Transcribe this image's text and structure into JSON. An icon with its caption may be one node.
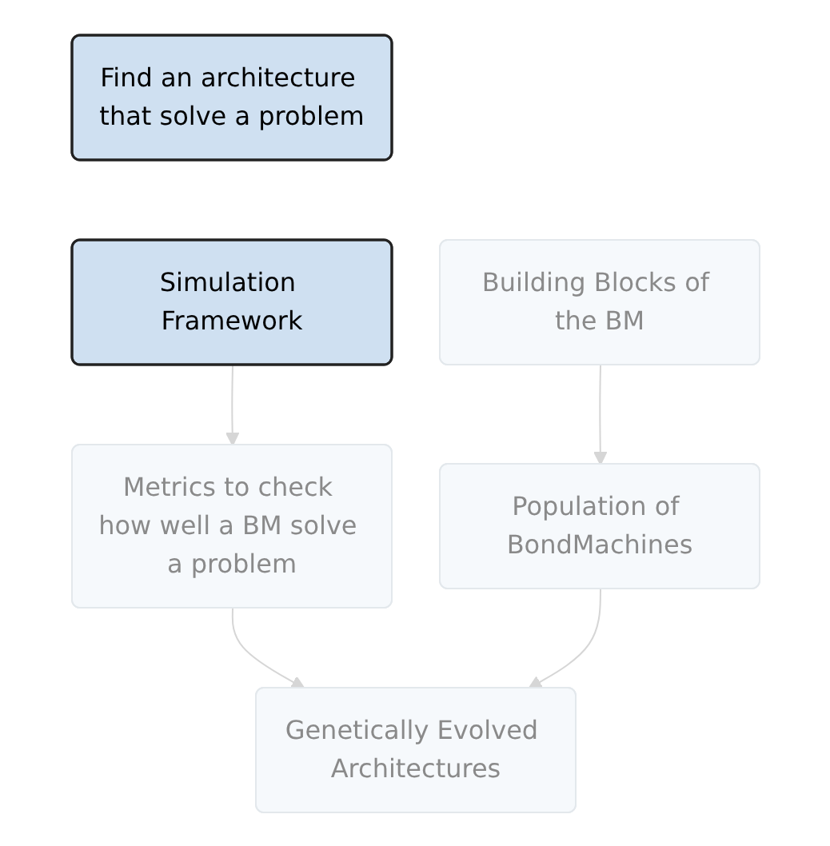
{
  "diagram": {
    "nodes": [
      {
        "text": [
          "Find an architecture that solve a problem"
        ]
      },
      {
        "text": [
          "Simulation Framework"
        ]
      },
      {
        "text": [
          "Building Blocks of the BM"
        ]
      },
      {
        "text": [
          "Metrics to check how well a BM solve a problem"
        ]
      },
      {
        "text": [
          "Population of BondMachines"
        ]
      },
      {
        "text": [
          "Genetically Evolved Architectures"
        ]
      }
    ],
    "edges": [
      {
        "from": 1,
        "to": 3,
        "arrow": "to"
      },
      {
        "from": 2,
        "to": 4,
        "arrow": "to"
      },
      {
        "from": 3,
        "to": 5,
        "arrow": "to"
      },
      {
        "from": 4,
        "to": 5,
        "arrow": "to"
      }
    ]
  }
}
